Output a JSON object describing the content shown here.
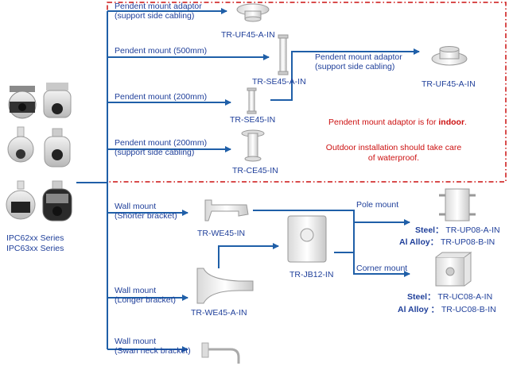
{
  "series": {
    "line1": "IPC62xx Series",
    "line2": "IPC63xx Series"
  },
  "pendent": {
    "adaptor_top": {
      "name_line1": "Pendent  mount adaptor",
      "name_line2": "(support side cabling)",
      "code": "TR-UF45-A-IN"
    },
    "mount_500": {
      "name": "Pendent  mount (500mm)",
      "code": "TR-SE45-A-IN"
    },
    "adaptor_right": {
      "name_line1": "Pendent  mount adaptor",
      "name_line2": "(support side cabling)",
      "code": "TR-UF45-A-IN"
    },
    "mount_200": {
      "name": "Pendent  mount (200mm)",
      "code": "TR-SE45-IN"
    },
    "mount_200_side": {
      "name_line1": "Pendent  mount (200mm)",
      "name_line2": "(support side cabling)",
      "code": "TR-CE45-IN"
    }
  },
  "notes": {
    "indoor_prefix": "Pendent  mount adaptor is for ",
    "indoor_bold": "indoor",
    "indoor_suffix": ".",
    "outdoor_line1": "Outdoor installation should take care",
    "outdoor_line2": "of waterproof."
  },
  "wall": {
    "shorter": {
      "name_line1": "Wall mount",
      "name_line2": "(Shorter bracket)",
      "code": "TR-WE45-IN"
    },
    "longer": {
      "name_line1": "Wall mount",
      "name_line2": "(Longer bracket)",
      "code": "TR-WE45-A-IN"
    },
    "swan": {
      "name_line1": "Wall mount",
      "name_line2": "(Swan neck bracket)"
    }
  },
  "junction_box": {
    "code": "TR-JB12-IN"
  },
  "pole": {
    "name": "Pole mount",
    "steel_label": "Steel：",
    "steel_code": "TR-UP08-A-IN",
    "alloy_label": "Al Alloy：",
    "alloy_code": "TR-UP08-B-IN"
  },
  "corner": {
    "name": "Corner mount",
    "steel_label": "Steel：",
    "steel_code": "TR-UC08-A-IN",
    "alloy_label": "Al Alloy ：",
    "alloy_code": "TR-UC08-B-IN"
  },
  "colors": {
    "line": "#1f5fa8",
    "text": "#1f3f9a",
    "note": "#cc1111",
    "dash_border": "#cc1111"
  }
}
